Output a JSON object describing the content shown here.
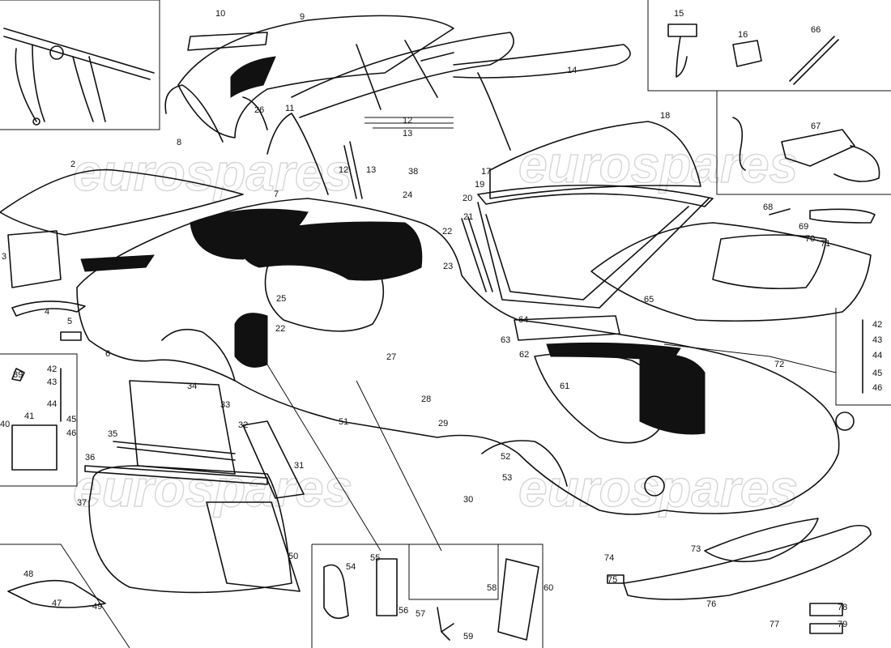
{
  "watermark": {
    "text_top": "eurospares",
    "text_bottom_left": "eurospares",
    "text_bottom_right": "eurospares"
  },
  "callouts": [
    "2",
    "3",
    "4",
    "5",
    "6",
    "7",
    "8",
    "9",
    "10",
    "11",
    "12",
    "13",
    "12",
    "13",
    "14",
    "15",
    "16",
    "17",
    "18",
    "19",
    "20",
    "21",
    "22",
    "22",
    "23",
    "24",
    "25",
    "26",
    "27",
    "28",
    "29",
    "30",
    "31",
    "32",
    "33",
    "34",
    "35",
    "36",
    "37",
    "38",
    "39",
    "40",
    "41",
    "42",
    "43",
    "44",
    "45",
    "46",
    "42",
    "43",
    "44",
    "45",
    "46",
    "47",
    "48",
    "49",
    "50",
    "51",
    "52",
    "53",
    "54",
    "55",
    "56",
    "57",
    "58",
    "59",
    "60",
    "61",
    "62",
    "63",
    "64",
    "65",
    "66",
    "67",
    "68",
    "69",
    "70",
    "71",
    "72",
    "73",
    "74",
    "75",
    "76",
    "77",
    "78",
    "79"
  ]
}
